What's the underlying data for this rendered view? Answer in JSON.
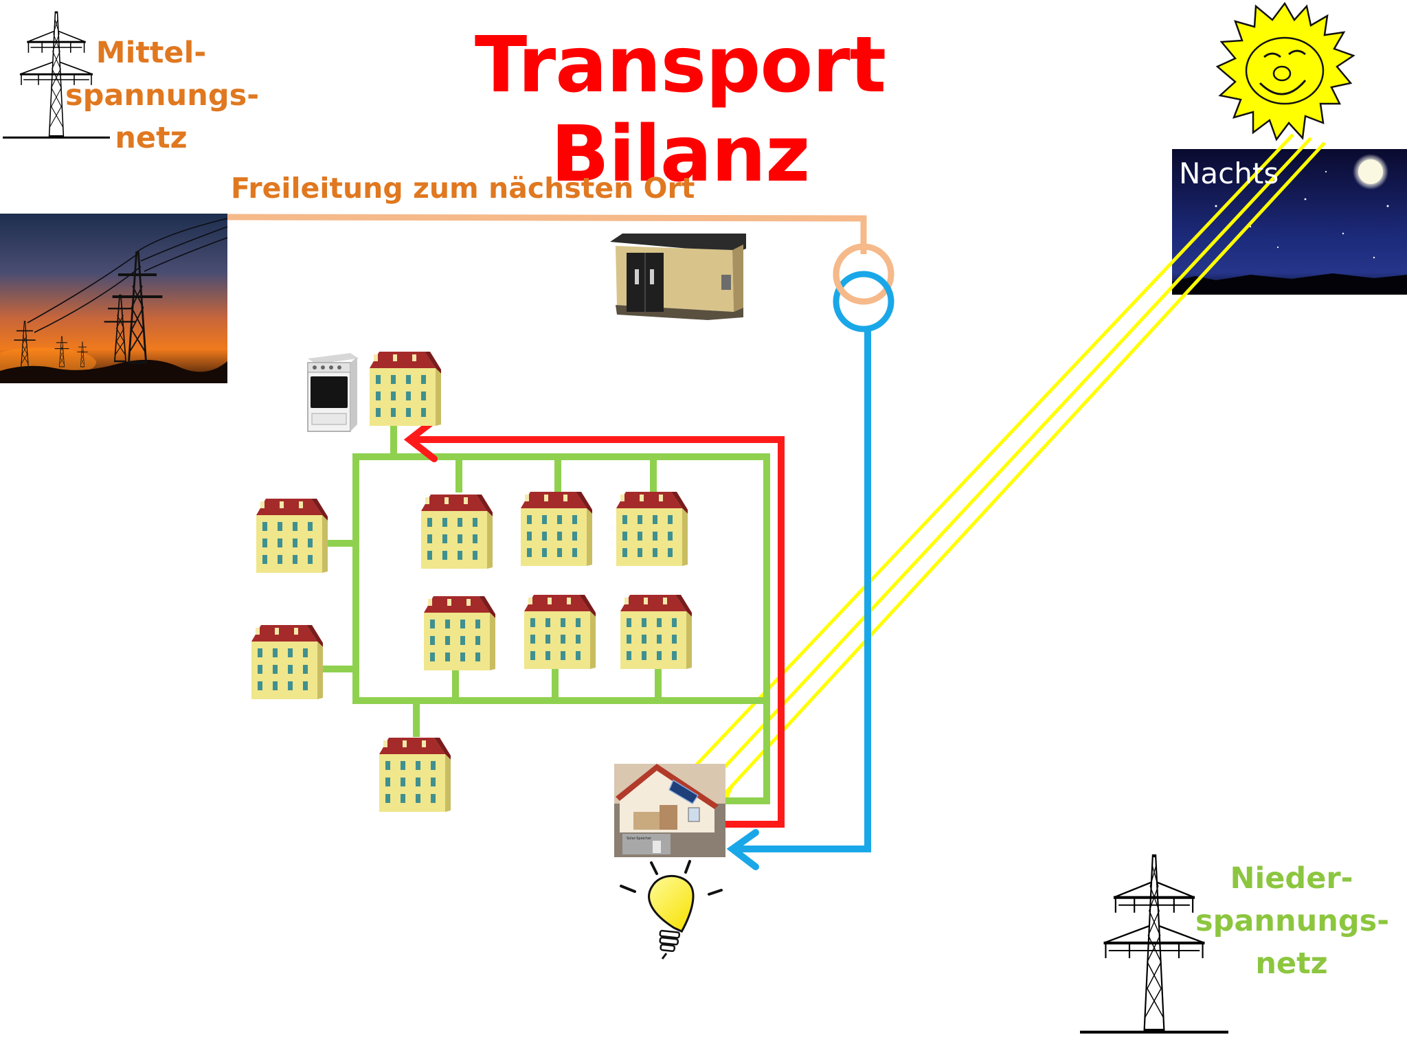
{
  "title": "Transport Bilanz",
  "labels": {
    "mittel_line1": "Mittel-",
    "mittel_line2": "spannungs-",
    "mittel_line3": "netz",
    "nieder_line1": "Nieder-",
    "nieder_line2": "spannungs-",
    "nieder_line3": "netz",
    "freileitung": "Freileitung zum nächsten Ort",
    "nachts": "Nachts",
    "speicher_tag": "Solar-Speicher"
  },
  "colors": {
    "title": "#ff0000",
    "mittel_text": "#e07820",
    "freileitung_text": "#e07820",
    "nieder_text": "#8cc63f",
    "overhead_line": "#f5b98a",
    "lv_cable": "#1aa7e8",
    "grid_green": "#8fd14f",
    "export_flow": "#ff1a1a",
    "sun_rays": "#ffff00",
    "house_wall": "#f0e68c",
    "house_roof": "#a52a2a"
  },
  "icons": [
    "pylon-icon",
    "sunset-powerlines-photo",
    "sun-icon",
    "night-sky-photo",
    "substation-icon",
    "transformer-icon",
    "stove-icon",
    "apartment-house-icon",
    "solar-house-icon",
    "light-bulb-icon"
  ]
}
